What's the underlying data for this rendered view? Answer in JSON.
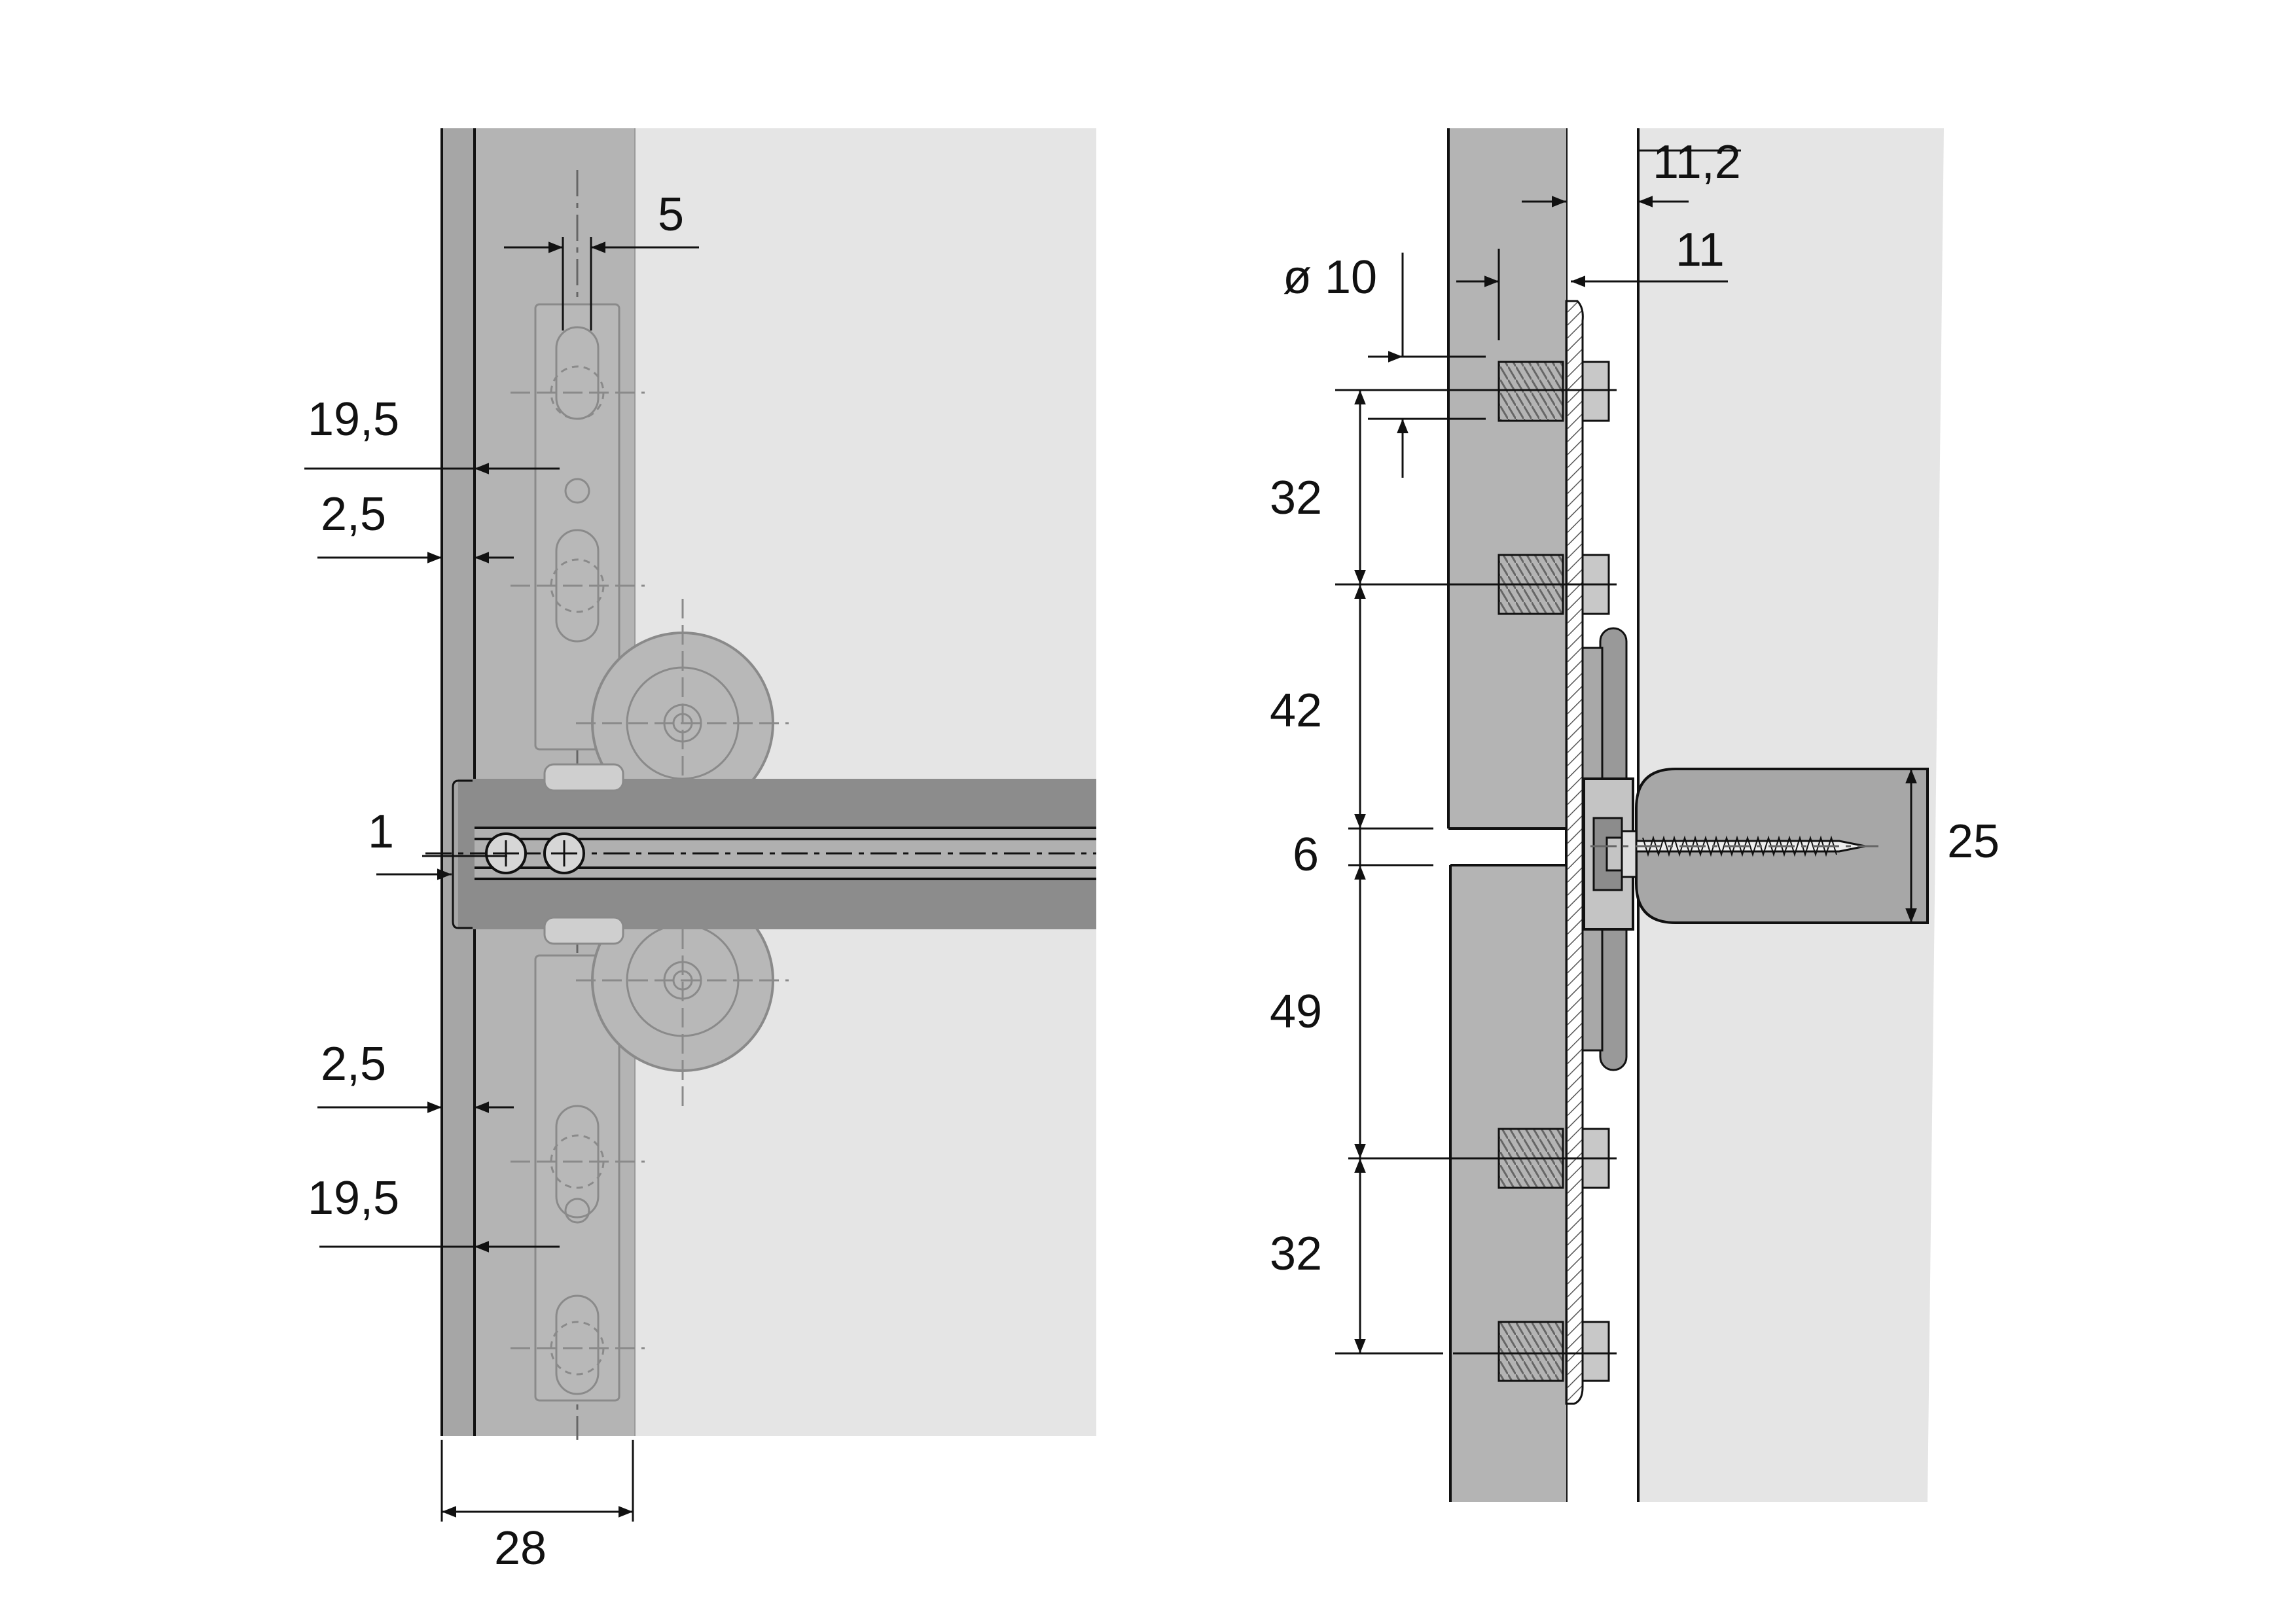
{
  "colors": {
    "background": "#ffffff",
    "light_panel": "#e5e5e5",
    "mid_panel": "#b4b4b4",
    "dark_profile": "#8c8c8c",
    "part_outline": "#8a8a8a",
    "line": "#111111"
  },
  "left_view": {
    "dims": {
      "d5": "5",
      "d19_5_top": "19,5",
      "d2_5_top": "2,5",
      "d1": "1",
      "d2_5_bottom": "2,5",
      "d19_5_bottom": "19,5",
      "d28": "28"
    }
  },
  "right_view": {
    "dims": {
      "d11_2": "11,2",
      "dia10": "ø 10",
      "d11": "11",
      "d32_top": "32",
      "d42": "42",
      "d6": "6",
      "d49": "49",
      "d32_bottom": "32",
      "d25": "25"
    }
  }
}
